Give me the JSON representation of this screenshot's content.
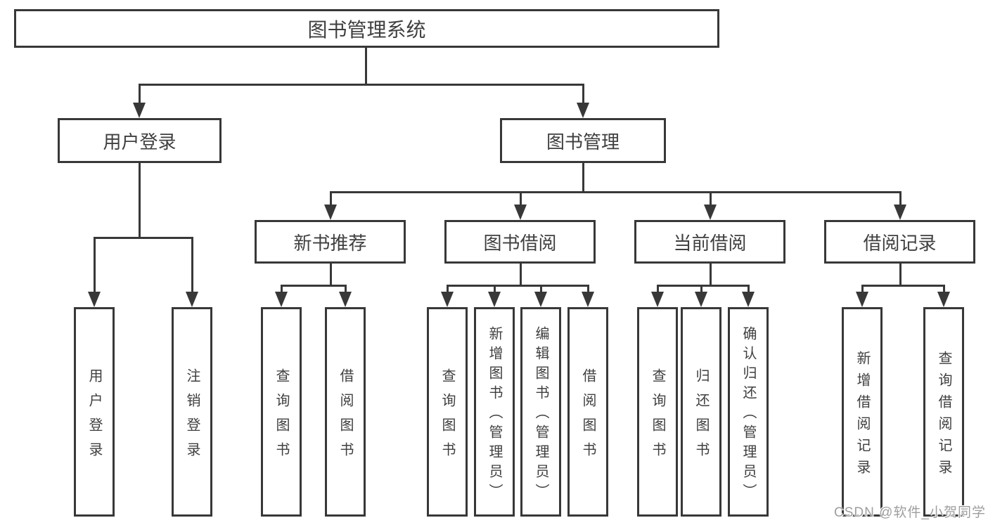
{
  "diagram_title": "图书管理系统",
  "nodes": {
    "root": "图书管理系统",
    "user_login": "用户登录",
    "book_management": "图书管理",
    "new_book_recommend": "新书推荐",
    "book_borrow": "图书借阅",
    "current_borrow": "当前借阅",
    "borrow_records": "借阅记录",
    "leaf_user_login": "用户登录",
    "leaf_logout": "注销登录",
    "leaf_query_books_rec": "查询图书",
    "leaf_borrow_books_rec": "借阅图书",
    "leaf_query_books_borrow": "查询图书",
    "leaf_add_books_admin": "新增图书（管理员）",
    "leaf_edit_books_admin": "编辑图书（管理员）",
    "leaf_borrow_books_borrow": "借阅图书",
    "leaf_query_books_current": "查询图书",
    "leaf_return_books": "归还图书",
    "leaf_confirm_return_admin": "确认归还（管理员）",
    "leaf_add_borrow_record": "新增借阅记录",
    "leaf_query_borrow_record": "查询借阅记录"
  },
  "watermark": "CSDN @软件_小贺同学",
  "colors": {
    "line": "#383838",
    "text": "#3f3f3f",
    "watermark": "#9e9e9e",
    "background": "#ffffff"
  }
}
